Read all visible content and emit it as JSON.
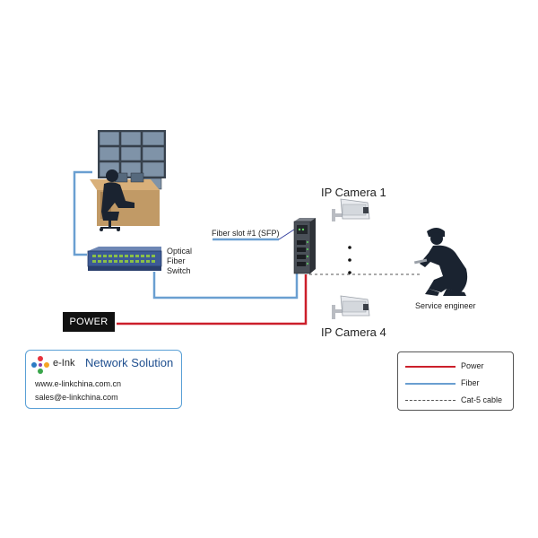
{
  "labels": {
    "fiber_slot": "Fiber slot #1 (SFP)",
    "switch_line1": "Optical",
    "switch_line2": "Fiber",
    "switch_line3": "Switch",
    "camera_top": "IP Camera 1",
    "camera_bottom": "IP Camera 4",
    "engineer": "Service engineer",
    "power": "POWER"
  },
  "brand": {
    "name": "e-Ink",
    "tagline": "Network Solution",
    "website": "www.e-linkchina.com.cn",
    "email": "sales@e-linkchina.com"
  },
  "legend": {
    "items": [
      {
        "label": "Power",
        "color": "#cc1f2a",
        "style": "solid"
      },
      {
        "label": "Fiber",
        "color": "#6a9fd1",
        "style": "solid"
      },
      {
        "label": "Cat-5 cable",
        "color": "#555555",
        "style": "dashed"
      }
    ]
  },
  "colors": {
    "power": "#cc1f2a",
    "fiber": "#6a9fd1",
    "cat5": "#555555",
    "brand_accent": "#5aa0d6"
  }
}
